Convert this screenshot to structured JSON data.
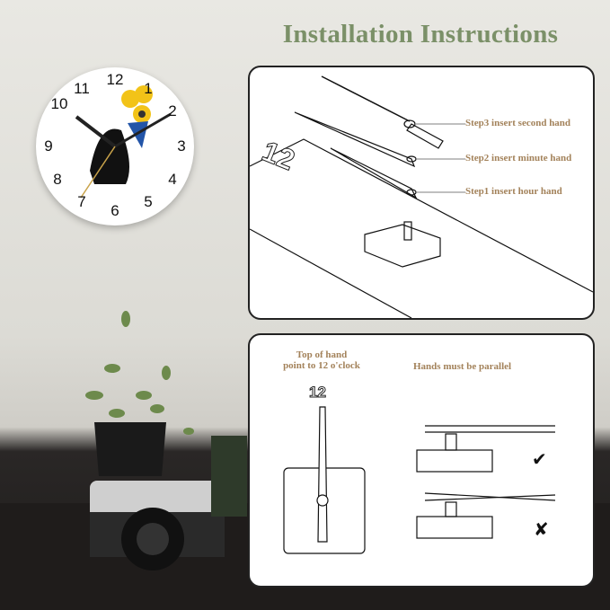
{
  "title": "Installation Instructions",
  "clock": {
    "numbers": [
      "12",
      "1",
      "2",
      "3",
      "4",
      "5",
      "6",
      "7",
      "8",
      "9",
      "10",
      "11"
    ]
  },
  "step_panel": {
    "dial_number": "12",
    "steps": [
      "Step3 insert second hand",
      "Step2 insert minute hand",
      "Step1 insert hour hand"
    ]
  },
  "align_panel": {
    "left_caption_line1": "Top of hand",
    "left_caption_line2": "point to 12 o'clock",
    "dial_number": "12",
    "right_caption": "Hands must be parallel",
    "correct_mark": "✔",
    "wrong_mark": "✘"
  }
}
